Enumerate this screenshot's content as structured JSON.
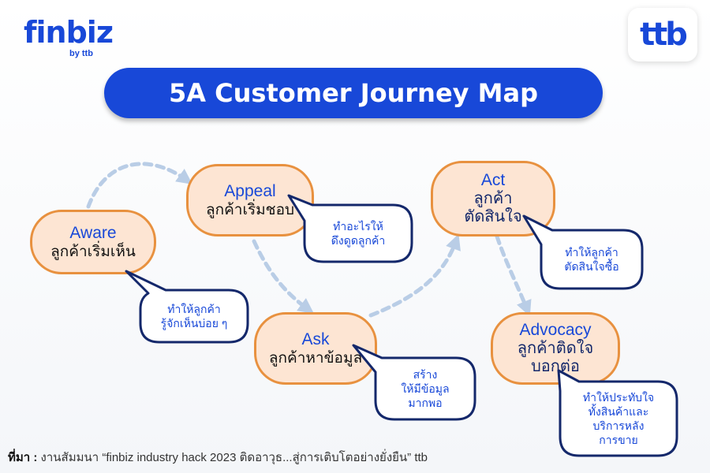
{
  "brand": {
    "name": "finbiz",
    "sub": "by ttb",
    "corner_logo": "ttb"
  },
  "title": "5A Customer Journey Map",
  "stages": {
    "aware": {
      "en": "Aware",
      "th": "ลูกค้าเริ่มเห็น",
      "note": [
        "ทำให้ลูกค้า",
        "รู้จักเห็นบ่อย ๆ"
      ]
    },
    "appeal": {
      "en": "Appeal",
      "th": "ลูกค้าเริ่มชอบ",
      "note": [
        "ทำอะไรให้",
        "ดึงดูดลูกค้า"
      ]
    },
    "ask": {
      "en": "Ask",
      "th": "ลูกค้าหาข้อมูล",
      "note": [
        "สร้าง",
        "ให้มีข้อมูล",
        "มากพอ"
      ]
    },
    "act": {
      "en": "Act",
      "th": [
        "ลูกค้า",
        "ตัดสินใจ"
      ],
      "note": [
        "ทำให้ลูกค้า",
        "ตัดสินใจซื้อ"
      ]
    },
    "advocacy": {
      "en": "Advocacy",
      "th": [
        "ลูกค้าติดใจ",
        "บอกต่อ"
      ],
      "note": [
        "ทำให้ประทับใจ",
        "ทั้งสินค้าและ",
        "บริการหลัง",
        "การขาย"
      ]
    }
  },
  "footer": {
    "label": "ที่มา :",
    "text": "งานสัมมนา “finbiz industry hack 2023 ติดอาวุธ...สู่การเติบโตอย่างยั่งยืน” ttb"
  },
  "colors": {
    "brand_blue": "#1848d8",
    "stage_fill": "#fde5d3",
    "stage_border": "#e8913f",
    "bubble_border": "#14286b",
    "arrow": "#b9cde6"
  }
}
